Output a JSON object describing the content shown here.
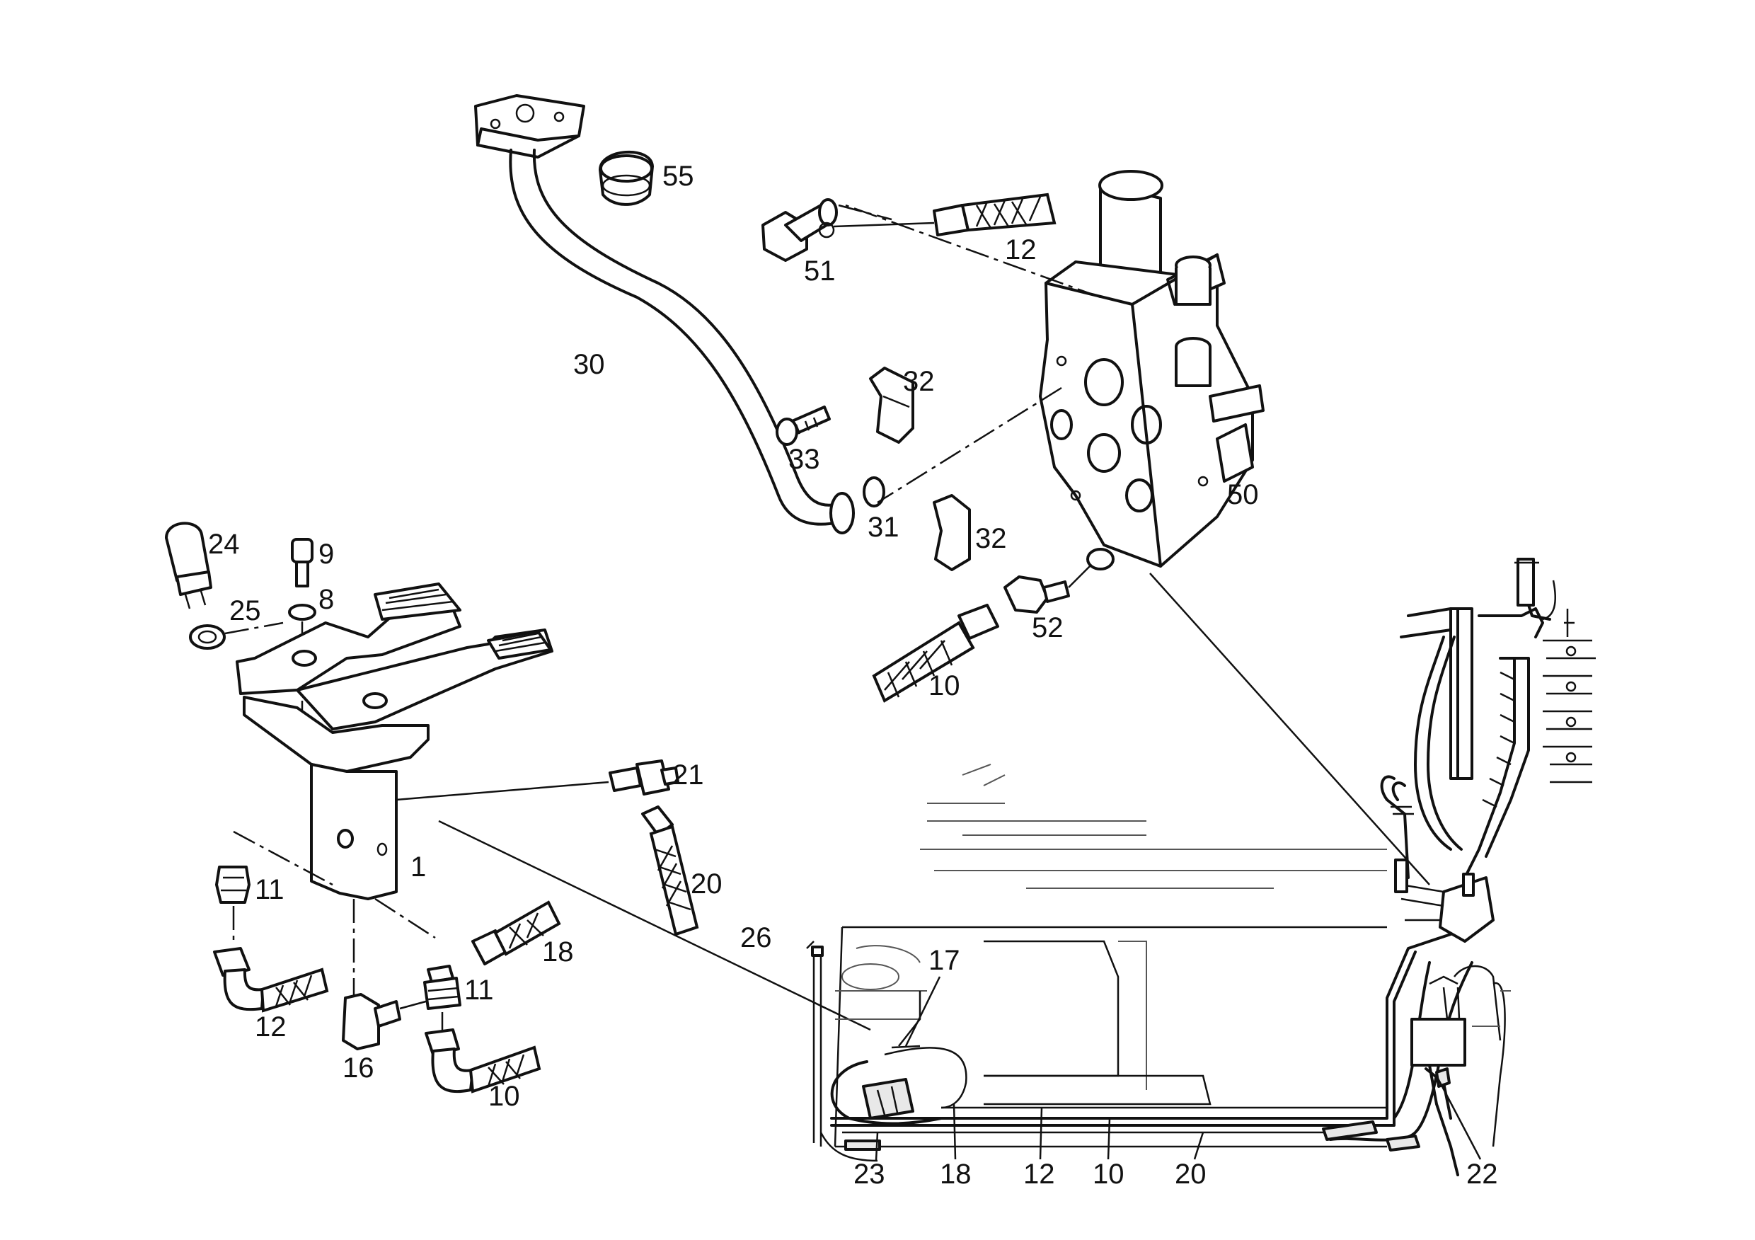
{
  "callouts": {
    "c55": "55",
    "c12a": "12",
    "c51": "51",
    "c30": "30",
    "c32a": "32",
    "c33": "33",
    "c31": "31",
    "c32b": "32",
    "c50": "50",
    "c24": "24",
    "c9": "9",
    "c8": "8",
    "c25": "25",
    "c52": "52",
    "c10a": "10",
    "c21": "21",
    "c20a": "20",
    "c1": "1",
    "c11a": "11",
    "c18a": "18",
    "c26": "26",
    "c17": "17",
    "c11b": "11",
    "c12b": "12",
    "c16": "16",
    "c10b": "10",
    "c23": "23",
    "c18b": "18",
    "c12c": "12",
    "c10c": "10",
    "c20b": "20",
    "c22": "22"
  }
}
